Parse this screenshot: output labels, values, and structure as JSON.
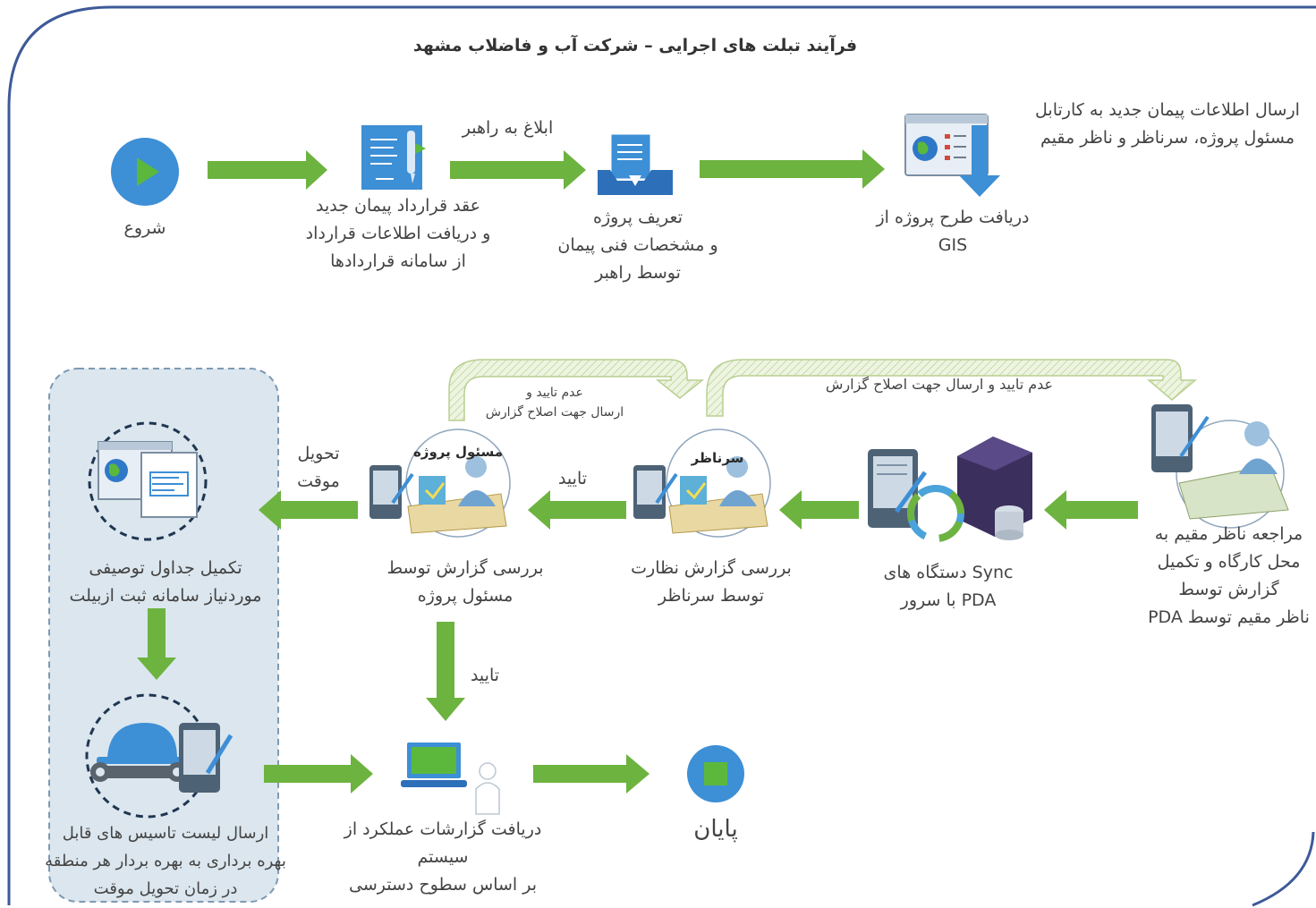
{
  "title": "فرآیند تبلت های اجرایی – شرکت آب و فاضلاب مشهد",
  "nodes": {
    "start": {
      "label": "شروع"
    },
    "contract": {
      "lines": [
        "عقد قرارداد پیمان جدید",
        "و دریافت اطلاعات قرارداد",
        "از سامانه قراردادها"
      ]
    },
    "define": {
      "lines": [
        "تعریف پروژه",
        "و مشخصات فنی پیمان",
        "توسط راهبر"
      ]
    },
    "gis": {
      "lines": [
        "دریافت طرح پروژه از",
        "GIS"
      ]
    },
    "send_info": {
      "lines": [
        "ارسال اطلاعات پیمان جدید به کارتابل",
        "مسئول پروژه، سرناظر و ناظر مقیم"
      ]
    },
    "site_visit": {
      "lines": [
        "مراجعه ناظر مقیم به",
        "محل کارگاه و تکمیل",
        "گزارش توسط",
        "ناظر مقیم توسط PDA"
      ]
    },
    "sync": {
      "lines": [
        "Sync دستگاه های",
        "PDA با سرور"
      ]
    },
    "supervisor_review": {
      "badge": "سرناظر",
      "lines": [
        "بررسی گزارش نظارت",
        "توسط سرناظر"
      ]
    },
    "pm_review": {
      "badge": "مسئول پروژه",
      "lines": [
        "بررسی گزارش توسط",
        "مسئول پروژه"
      ]
    },
    "tables": {
      "lines": [
        "تکمیل جداول توصیفی",
        "موردنیاز سامانه ثبت ازبیلت"
      ]
    },
    "asset_list": {
      "lines": [
        "ارسال لیست تاسیس های قابل",
        "بهره برداری به بهره بردار هر منطقه",
        "در زمان تحویل موقت"
      ]
    },
    "reports": {
      "lines": [
        "دریافت گزارشات عملکرد از",
        "سیستم",
        "بر اساس سطوح دسترسی"
      ]
    },
    "end": {
      "label": "پایان"
    }
  },
  "edges": {
    "notify": "ابلاغ به راهبر",
    "approve_1": "تایید",
    "approve_2": "تایید",
    "handover": [
      "تحویل",
      "موقت"
    ],
    "reject_long": "عدم تایید و ارسال جهت اصلاح گزارش",
    "reject_short": [
      "عدم تایید و",
      "ارسال جهت اصلاح گزارش"
    ]
  },
  "colors": {
    "arrow": "#6db33f",
    "frame": "#3d5a98",
    "node_blue": "#3d8fd6",
    "panel": "#dbe6ee",
    "reject_stroke": "#b9cf92"
  }
}
